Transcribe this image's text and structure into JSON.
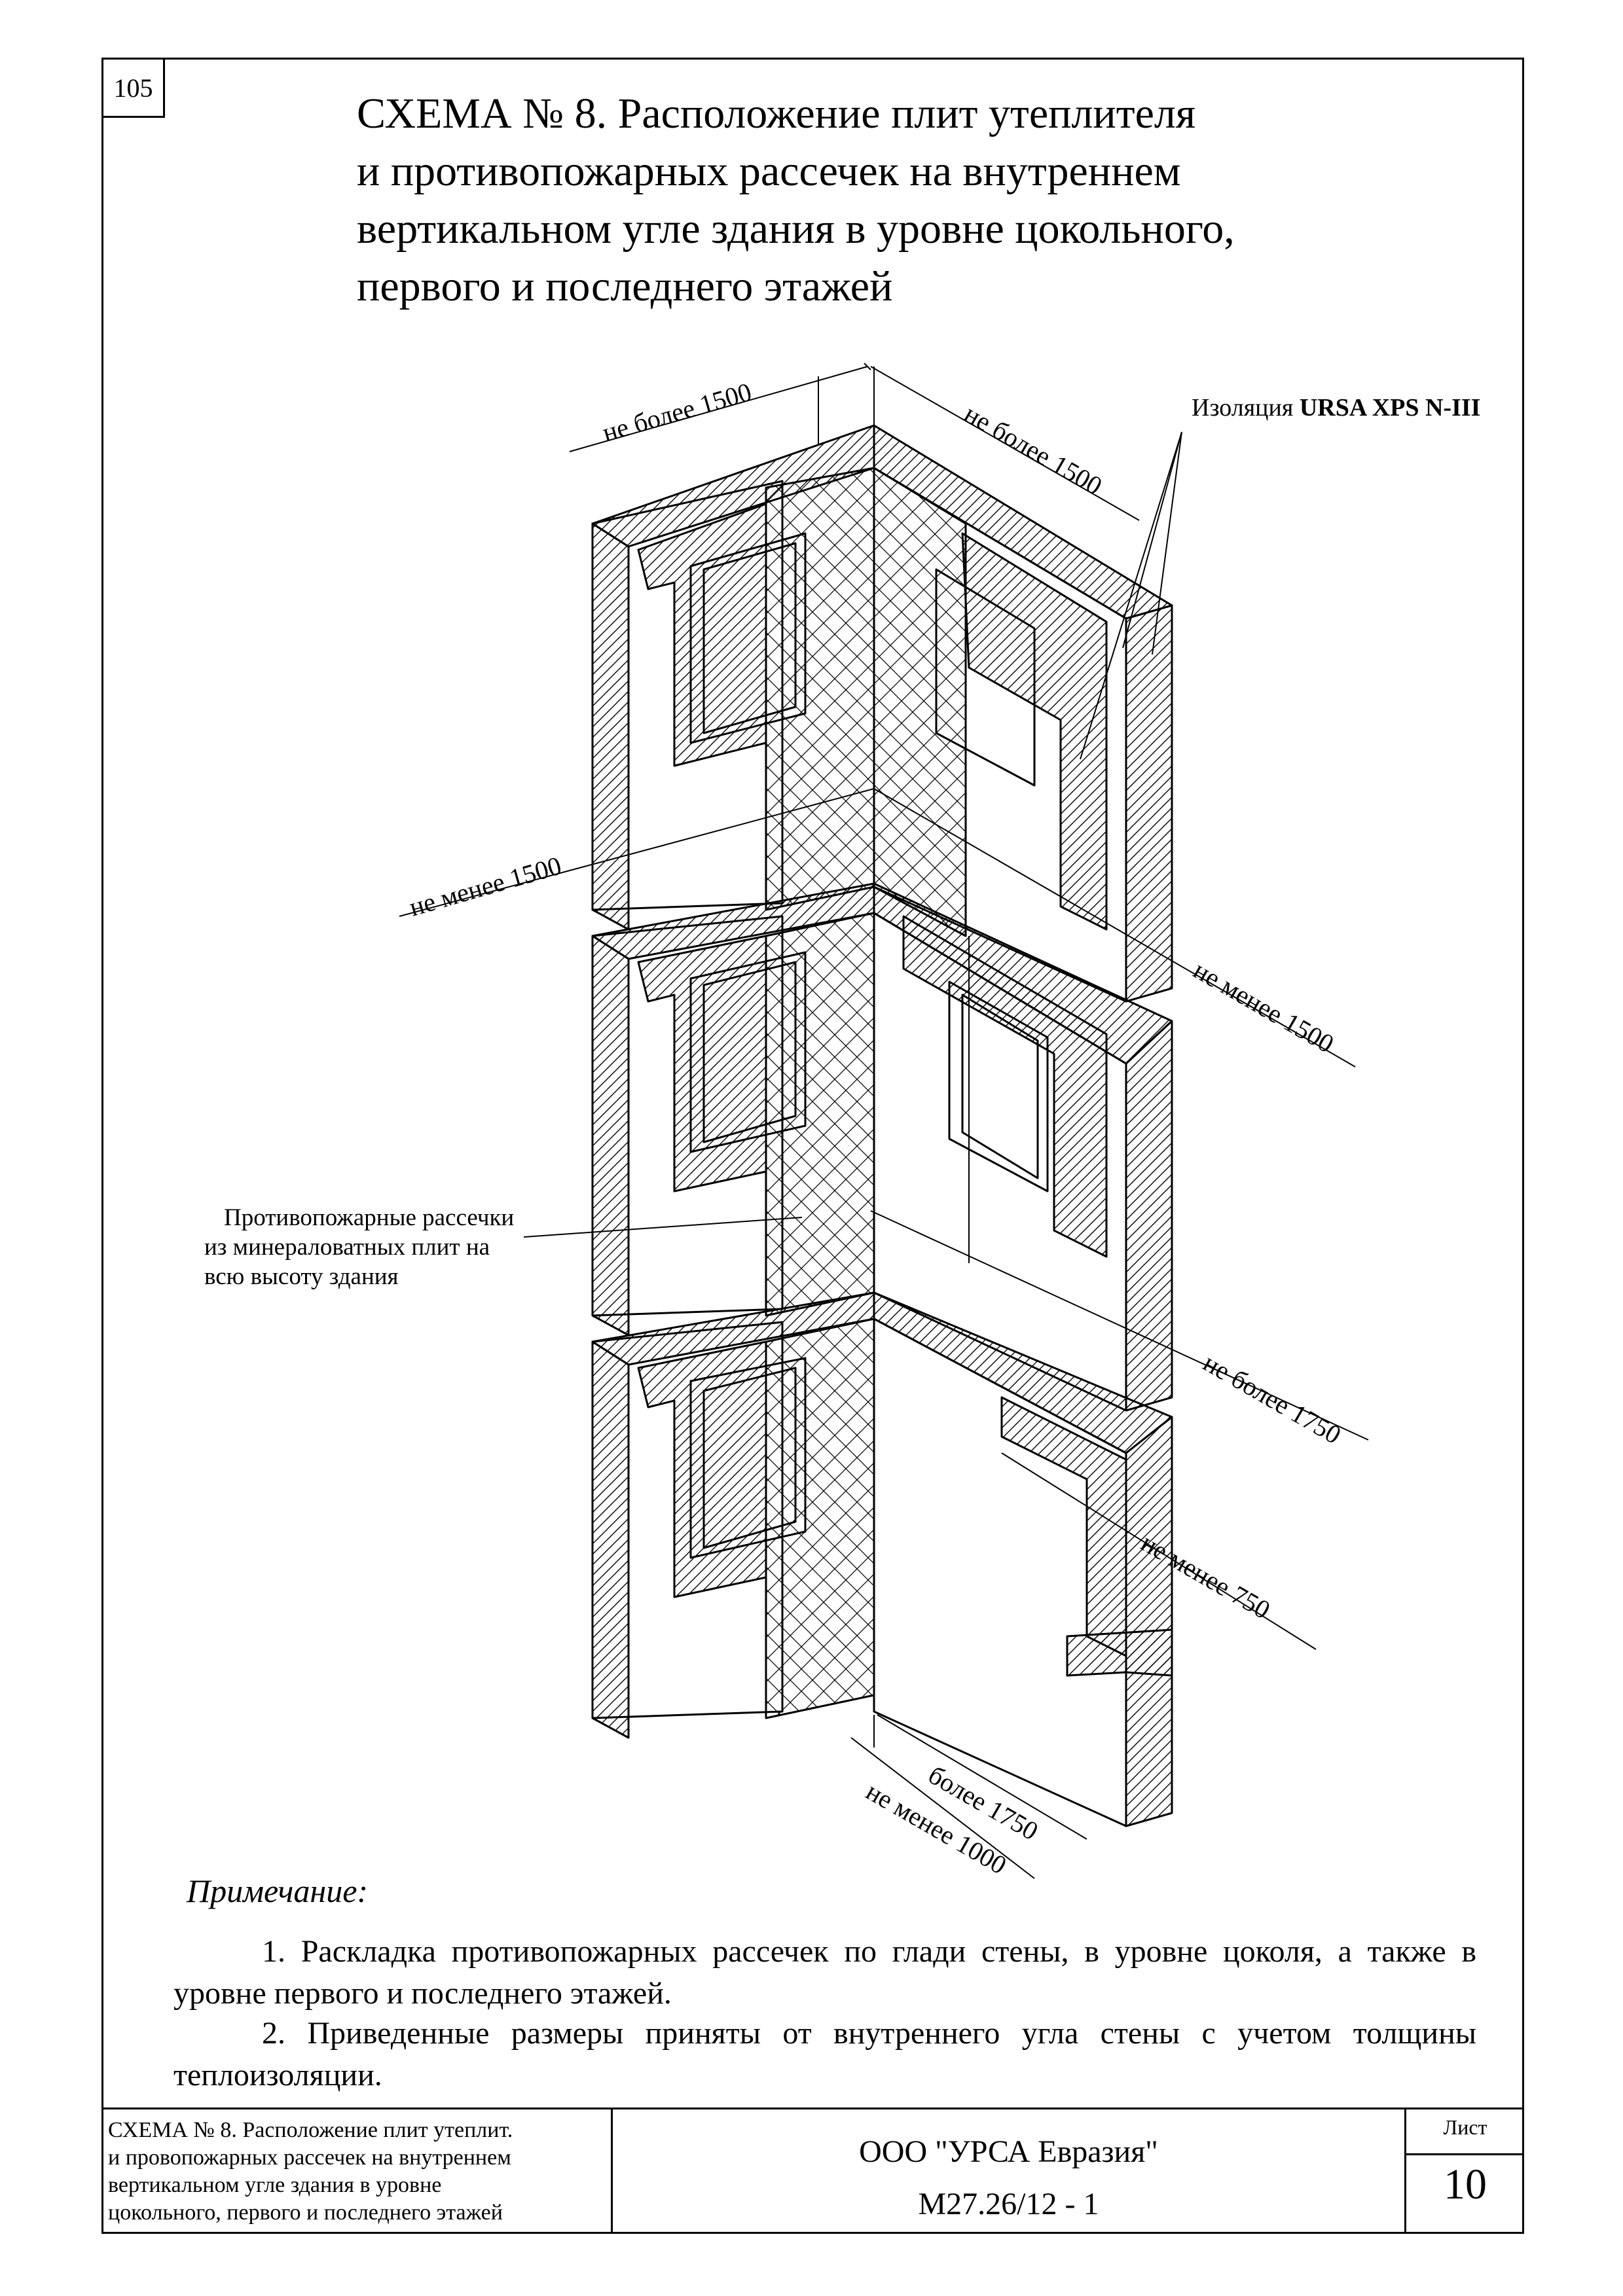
{
  "page_number": "105",
  "title_lines": [
    "СХЕМА № 8. Расположение плит утеплителя",
    "и противопожарных рассечек на внутреннем",
    "вертикальном угле здания в уровне цокольного,",
    "первого и последнего этажей"
  ],
  "labels": {
    "insulation_prefix": "Изоляция ",
    "insulation_brand": "URSA XPS N-III",
    "firebreak_lines": [
      "Противопожарные рассечки",
      "из минераловатных плит на",
      "всю высоту здания"
    ]
  },
  "dimensions": {
    "top_left": "не более 1500",
    "top_right": "не более 1500",
    "mid_left": "не менее 1500",
    "mid_right": "не менее 1500",
    "lower_right": "не более 1750",
    "low_right": "не менее 750",
    "bottom_a": "более 1750",
    "bottom_b": "не менее 1000"
  },
  "notes": {
    "heading": "Примечание:",
    "items": [
      "1. Раскладка противопожарных рассечек по глади стены, в уровне цоколя, а также в уровне первого и последнего этажей.",
      "2. Приведенные размеры приняты от внутреннего угла стены с учетом толщины теплоизоляции."
    ]
  },
  "title_block": {
    "description_lines": [
      "СХЕМА № 8. Расположение плит утеплит.",
      "и провопожарных рассечек на внутреннем",
      "вертикальном угле здания в уровне",
      "цокольного, первого и последнего этажей"
    ],
    "organization": "ООО \"УРСА Евразия\"",
    "code": "М27.26/12 - 1",
    "sheet_label": "Лист",
    "sheet_number": "10"
  }
}
